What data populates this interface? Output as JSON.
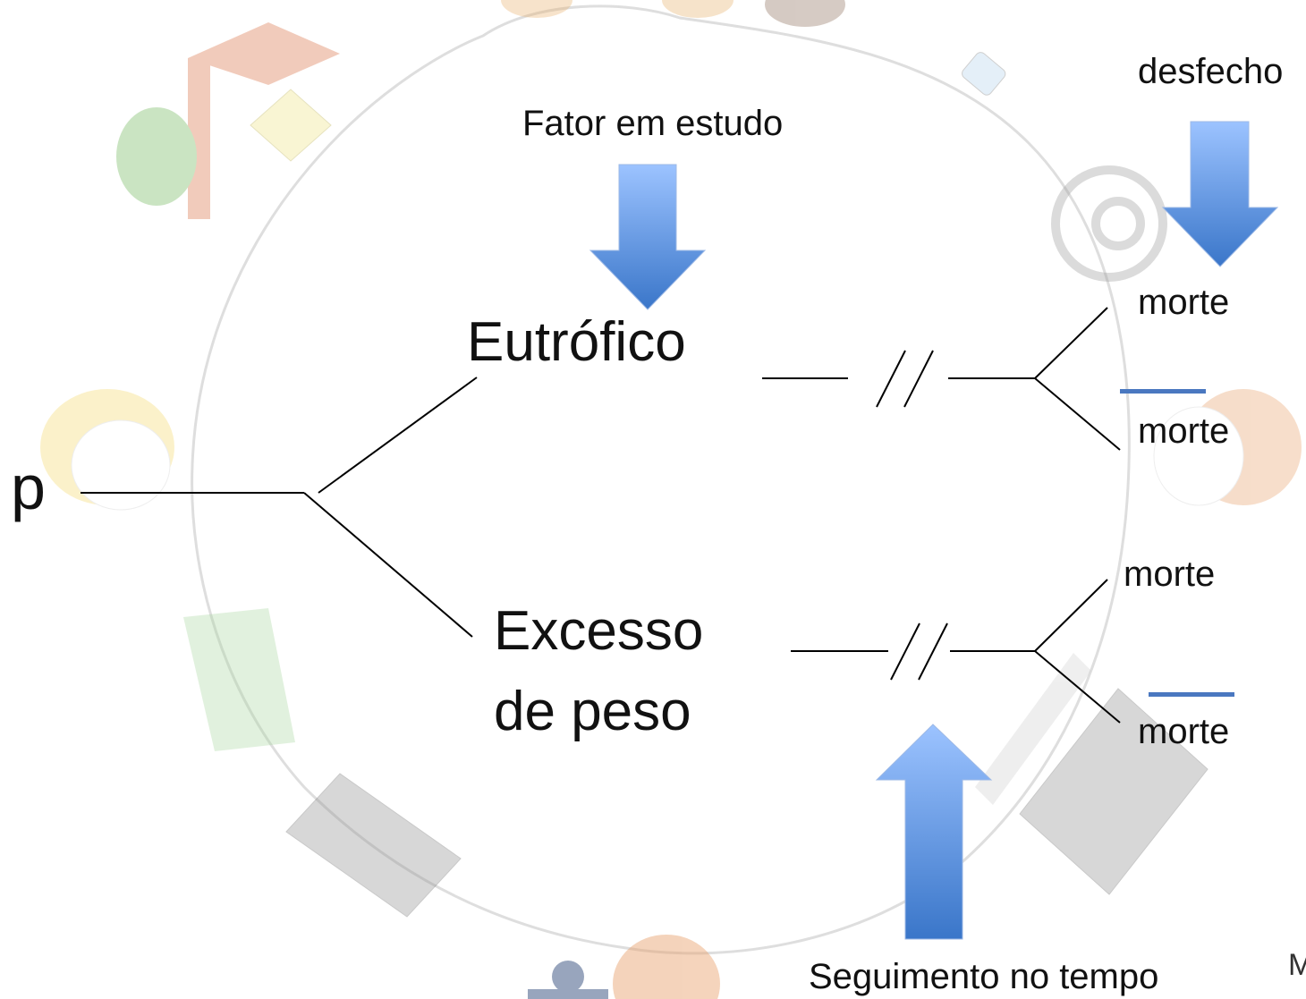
{
  "labels": {
    "factor_header": "Fator em estudo",
    "outcome_header": "desfecho",
    "followup_header": "Seguimento no tempo",
    "root": "p",
    "branch_eutrophic": "Eutrófico",
    "branch_excess_line1": "Excesso",
    "branch_excess_line2": "de peso",
    "outcome_1": "morte",
    "outcome_2": "morte",
    "outcome_3": "morte",
    "outcome_4": "morte",
    "corner_fragment": "M"
  },
  "colors": {
    "arrow_top": "#9cc3ff",
    "arrow_bottom": "#3a76c9",
    "negation_bar": "#4a78c0",
    "line": "#000000",
    "background_sketch": "#e6e6e6"
  }
}
